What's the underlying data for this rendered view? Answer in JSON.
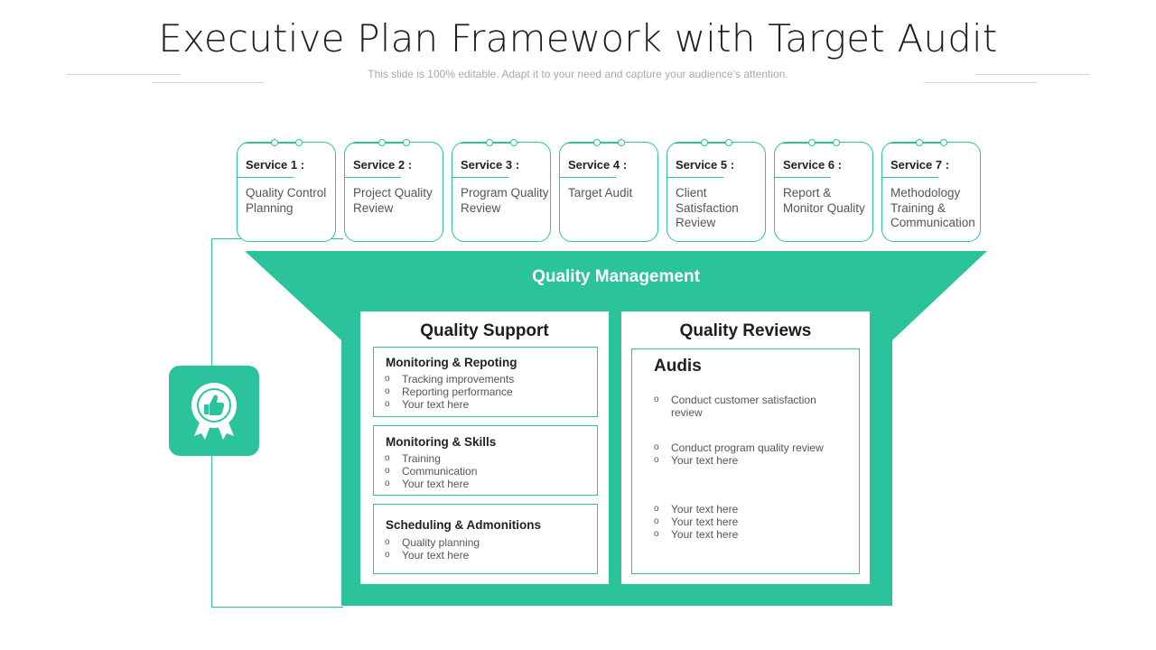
{
  "header": {
    "title": "Executive Plan Framework with Target Audit",
    "subtitle": "This slide is 100% editable. Adapt it to your need and capture your audience’s attention."
  },
  "services": [
    {
      "label": "Service 1 :",
      "desc": "Quality Control Planning"
    },
    {
      "label": "Service 2 :",
      "desc": "Project Quality Review"
    },
    {
      "label": "Service 3 :",
      "desc": "Program Quality Review"
    },
    {
      "label": "Service 4 :",
      "desc": "Target Audit"
    },
    {
      "label": "Service 5 :",
      "desc": "Client Satisfaction Review"
    },
    {
      "label": "Service 6 :",
      "desc": "Report & Monitor Quality"
    },
    {
      "label": "Service 7 :",
      "desc": "Methodology Training & Communication"
    }
  ],
  "funnel": {
    "title": "Quality  Management"
  },
  "support": {
    "title": "Quality Support",
    "boxes": [
      {
        "title": "Monitoring & Repoting",
        "items": [
          "Tracking improvements",
          "Reporting performance",
          "Your text here"
        ]
      },
      {
        "title": "Monitoring & Skills",
        "items": [
          "Training",
          "Communication",
          "Your text here"
        ]
      },
      {
        "title": "Scheduling & Admonitions",
        "items": [
          "Quality planning",
          "Your text here"
        ]
      }
    ]
  },
  "reviews": {
    "title": "Quality Reviews",
    "box_title": "Audis",
    "groups": [
      [
        "Conduct customer satisfaction review"
      ],
      [
        "Conduct program quality review",
        "Your text here"
      ],
      [
        "Your text here",
        "Your text here",
        "Your text here"
      ]
    ]
  },
  "badge": {
    "icon": "award-thumbs-up-icon"
  },
  "colors": {
    "accent": "#2bc39c",
    "text": "#222222",
    "muted": "#555555"
  }
}
